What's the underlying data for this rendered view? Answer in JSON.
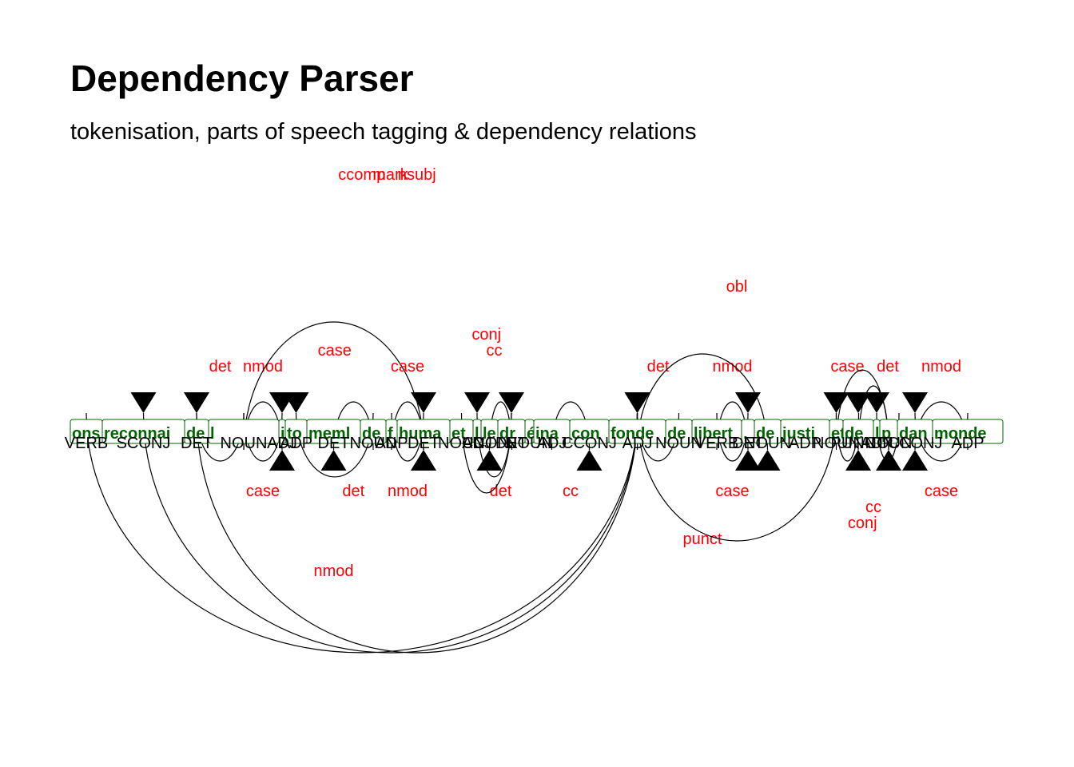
{
  "title": "Dependency Parser",
  "subtitle": "tokenisation, parts of speech tagging & dependency relations",
  "tokens": [
    {
      "text": "ons",
      "pos": "VERB"
    },
    {
      "text": "reconnai",
      "pos": "SCONJ"
    },
    {
      "text": "de",
      "pos": "DET"
    },
    {
      "text": "l",
      "pos": "NOUN"
    },
    {
      "text": "inhére",
      "pos": "ADJ"
    },
    {
      "text": "to",
      "pos": "ADP"
    },
    {
      "text": "meml",
      "pos": "DET"
    },
    {
      "text": "de",
      "pos": "NOUN"
    },
    {
      "text": "f",
      "pos": "ADP"
    },
    {
      "text": "huma",
      "pos": "DET"
    },
    {
      "text": "et",
      "pos": "NOUN"
    },
    {
      "text": "l",
      "pos": "ADJ"
    },
    {
      "text": "le",
      "pos": "CCONJ"
    },
    {
      "text": "dr",
      "pos": "DET"
    },
    {
      "text": "é",
      "pos": "NOUN"
    },
    {
      "text": "ina",
      "pos": "ADJ"
    },
    {
      "text": "con",
      "pos": "CCONJ"
    },
    {
      "text": "fonde",
      "pos": "ADJ"
    },
    {
      "text": "de",
      "pos": "NOUN"
    },
    {
      "text": "libert",
      "pos": "VERB"
    },
    {
      "text": ",",
      "pos": "DET"
    },
    {
      "text": "de",
      "pos": "NOUN"
    },
    {
      "text": "justi",
      "pos": "ADP"
    },
    {
      "text": "et",
      "pos": "NOUN"
    },
    {
      "text": "de",
      "pos": "PUNCT"
    },
    {
      "text": "l",
      "pos": "ADP"
    },
    {
      "text": "p",
      "pos": "NOUN"
    },
    {
      "text": "dan",
      "pos": "CCONJ"
    },
    {
      "text": "monde",
      "pos": "ADP"
    }
  ],
  "relations": [
    {
      "label": "mark",
      "head": 17,
      "dep": 1
    },
    {
      "label": "nsubj",
      "head": 17,
      "dep": 2
    },
    {
      "label": "det",
      "head": 3,
      "dep": 2
    },
    {
      "label": "case",
      "head": 3,
      "dep": 4
    },
    {
      "label": "nmod",
      "head": 3,
      "dep": 4
    },
    {
      "label": "nmod",
      "head": 3,
      "dep": 9
    },
    {
      "label": "case",
      "head": 7,
      "dep": 5
    },
    {
      "label": "det",
      "head": 7,
      "dep": 6
    },
    {
      "label": "case",
      "head": 8,
      "dep": 9
    },
    {
      "label": "nmod",
      "head": 8,
      "dep": 9
    },
    {
      "label": "cc",
      "head": 13,
      "dep": 11
    },
    {
      "label": "det",
      "head": 13,
      "dep": 12
    },
    {
      "label": "conj",
      "head": 10,
      "dep": 13
    },
    {
      "label": "cc",
      "head": 15,
      "dep": 16
    },
    {
      "label": "det",
      "head": 18,
      "dep": 17
    },
    {
      "label": "case",
      "head": 19,
      "dep": 20
    },
    {
      "label": "nmod",
      "head": 19,
      "dep": 20
    },
    {
      "label": "punct",
      "head": 17,
      "dep": 21
    },
    {
      "label": "case",
      "head": 23,
      "dep": 24
    },
    {
      "label": "cc",
      "head": 26,
      "dep": 24
    },
    {
      "label": "det",
      "head": 26,
      "dep": 25
    },
    {
      "label": "conj",
      "head": 23,
      "dep": 26
    },
    {
      "label": "obl",
      "head": 17,
      "dep": 23
    },
    {
      "label": "case",
      "head": 28,
      "dep": 27
    },
    {
      "label": "nmod",
      "head": 28,
      "dep": 27
    },
    {
      "label": "ccomp",
      "head": 0,
      "dep": 17
    }
  ]
}
